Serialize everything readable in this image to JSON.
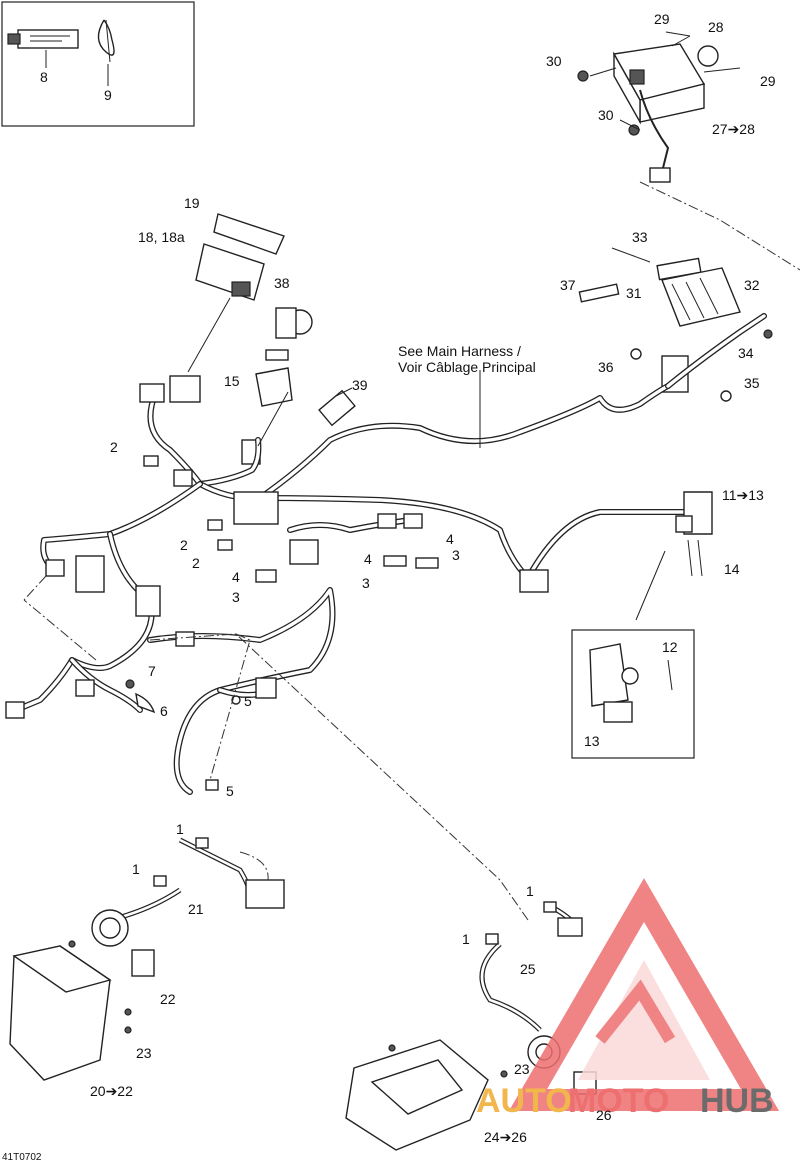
{
  "figure_code": "41T0702",
  "note": {
    "line1": "See Main Harness /",
    "line2": "Voir Câblage Principal"
  },
  "callouts": [
    {
      "id": "c8",
      "text": "8"
    },
    {
      "id": "c9",
      "text": "9"
    },
    {
      "id": "c29a",
      "text": "29"
    },
    {
      "id": "c28",
      "text": "28"
    },
    {
      "id": "c30a",
      "text": "30"
    },
    {
      "id": "c29b",
      "text": "29"
    },
    {
      "id": "c30b",
      "text": "30"
    },
    {
      "id": "c27",
      "text": "27➔28"
    },
    {
      "id": "c19",
      "text": "19"
    },
    {
      "id": "c18",
      "text": "18, 18a"
    },
    {
      "id": "c33",
      "text": "33"
    },
    {
      "id": "c37",
      "text": "37"
    },
    {
      "id": "c32",
      "text": "32"
    },
    {
      "id": "c31",
      "text": "31"
    },
    {
      "id": "c38",
      "text": "38"
    },
    {
      "id": "c36",
      "text": "36"
    },
    {
      "id": "c34",
      "text": "34"
    },
    {
      "id": "c15",
      "text": "15"
    },
    {
      "id": "c39",
      "text": "39"
    },
    {
      "id": "c35",
      "text": "35"
    },
    {
      "id": "c2a",
      "text": "2"
    },
    {
      "id": "c11",
      "text": "11➔13"
    },
    {
      "id": "c2b",
      "text": "2"
    },
    {
      "id": "c2c",
      "text": "2"
    },
    {
      "id": "c4a",
      "text": "4"
    },
    {
      "id": "c3a",
      "text": "3"
    },
    {
      "id": "c4b",
      "text": "4"
    },
    {
      "id": "c3b",
      "text": "3"
    },
    {
      "id": "c4c",
      "text": "4"
    },
    {
      "id": "c3c",
      "text": "3"
    },
    {
      "id": "c14",
      "text": "14"
    },
    {
      "id": "c12",
      "text": "12"
    },
    {
      "id": "c7",
      "text": "7"
    },
    {
      "id": "c6",
      "text": "6"
    },
    {
      "id": "c5a",
      "text": "5"
    },
    {
      "id": "c13",
      "text": "13"
    },
    {
      "id": "c5b",
      "text": "5"
    },
    {
      "id": "c1a",
      "text": "1"
    },
    {
      "id": "c1b",
      "text": "1"
    },
    {
      "id": "c21",
      "text": "21"
    },
    {
      "id": "c1c",
      "text": "1"
    },
    {
      "id": "c1d",
      "text": "1"
    },
    {
      "id": "c25",
      "text": "25"
    },
    {
      "id": "c22",
      "text": "22"
    },
    {
      "id": "c23a",
      "text": "23"
    },
    {
      "id": "c20",
      "text": "20➔22"
    },
    {
      "id": "c23b",
      "text": "23"
    },
    {
      "id": "c26",
      "text": "26"
    },
    {
      "id": "c24",
      "text": "24➔26"
    }
  ],
  "watermark": {
    "auto": "AUTO",
    "moto": "MOTO",
    "hub": "HUB",
    "accent": "#ee6f6f",
    "secondary": "#f2b74c",
    "gray": "#6b6b6b"
  }
}
